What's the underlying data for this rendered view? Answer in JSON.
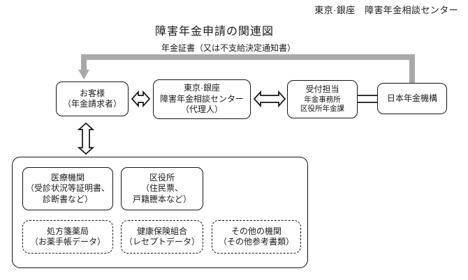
{
  "header": {
    "org_name": "東京·銀座　障害年金相談センター"
  },
  "title": "障害年金申請の関連図",
  "flows": {
    "return_label": "年金証書（又は不支給決定通知書）"
  },
  "top_row": {
    "customer": {
      "line1": "お客様",
      "line2": "（年金請求者）"
    },
    "center": {
      "line1": "東京·銀座",
      "line2": "障害年金相談センター",
      "line3": "（代理人）"
    },
    "reception": {
      "line1": "受付担当",
      "line2": "年金事務所",
      "line3": "区役所年金課"
    },
    "jp_pension": {
      "line1": "日本年金機構"
    }
  },
  "supporting": {
    "medical": {
      "line1": "医療機関",
      "line2": "（受診状況等証明書、",
      "line3": "診断書など）"
    },
    "ward_office": {
      "line1": "区役所",
      "line2": "（住民票、",
      "line3": "戸籍謄本など）"
    },
    "pharmacy": {
      "line1": "処方箋薬局",
      "line2": "（お薬手帳データ）"
    },
    "health_insurance": {
      "line1": "健康保険組合",
      "line2": "（レセプトデータ）"
    },
    "other": {
      "line1": "その他の機関",
      "line2": "（その他参考書類）"
    }
  },
  "colors": {
    "stroke": "#141414",
    "return_arrow": "#a8a8a8",
    "background": "#ffffff"
  }
}
